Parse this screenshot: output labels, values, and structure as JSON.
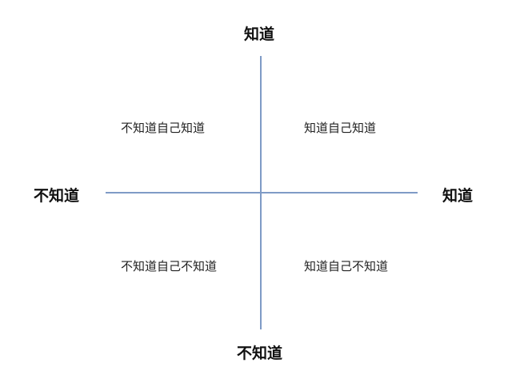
{
  "diagram": {
    "axes": {
      "top": "知道",
      "bottom": "不知道",
      "left": "不知道",
      "right": "知道",
      "line_color": "#7f9bc6"
    },
    "quadrants": {
      "top_left": "不知道自己知道",
      "top_right": "知道自己知道",
      "bottom_left": "不知道自己不知道",
      "bottom_right": "知道自己不知道"
    }
  }
}
